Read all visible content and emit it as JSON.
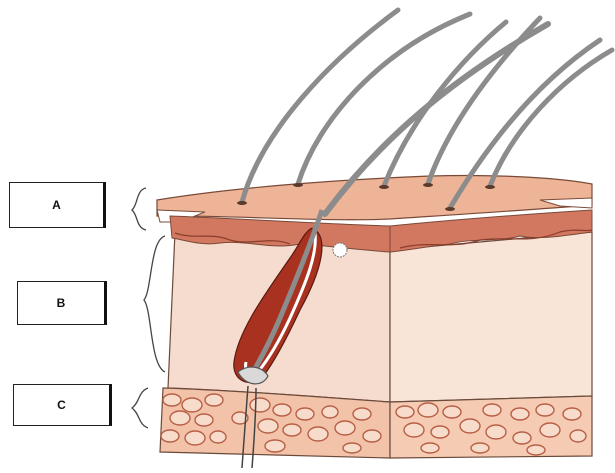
{
  "labels": {
    "a": "A",
    "b": "B",
    "c": "C"
  },
  "colors": {
    "epidermis": "#e9a78a",
    "epidermis_dark": "#c86a50",
    "dermis": "#f6dccf",
    "hypodermis": "#f3c7ad",
    "fat_cell": "#cf7f65",
    "hair": "#9a9a9a",
    "follicle": "#a8321f"
  }
}
